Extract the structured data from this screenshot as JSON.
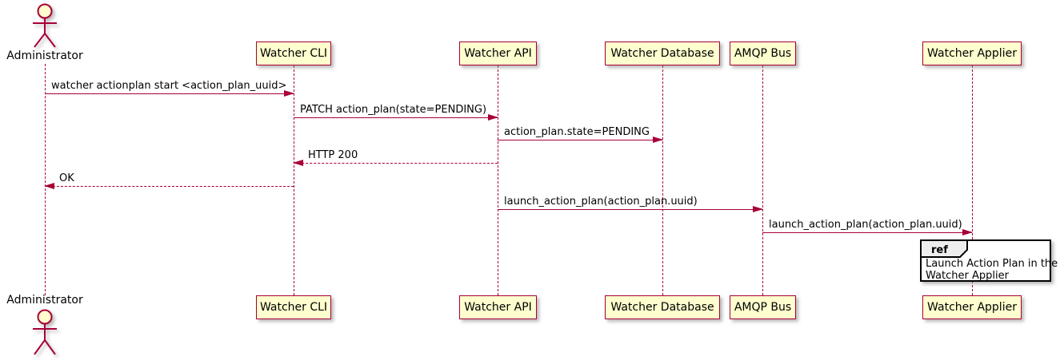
{
  "diagram": {
    "type": "sequence",
    "actor": {
      "label": "Administrator"
    },
    "participants": [
      {
        "label": "Watcher CLI"
      },
      {
        "label": "Watcher API"
      },
      {
        "label": "Watcher Database"
      },
      {
        "label": "AMQP Bus"
      },
      {
        "label": "Watcher Applier"
      }
    ],
    "messages": [
      {
        "label": "watcher actionplan start <action_plan_uuid>",
        "from": "Administrator",
        "to": "Watcher CLI",
        "line": "solid"
      },
      {
        "label": "PATCH action_plan(state=PENDING)",
        "from": "Watcher CLI",
        "to": "Watcher API",
        "line": "solid"
      },
      {
        "label": "action_plan.state=PENDING",
        "from": "Watcher API",
        "to": "Watcher Database",
        "line": "solid"
      },
      {
        "label": "HTTP 200",
        "from": "Watcher API",
        "to": "Watcher CLI",
        "line": "dashed"
      },
      {
        "label": "OK",
        "from": "Watcher CLI",
        "to": "Administrator",
        "line": "dashed"
      },
      {
        "label": "launch_action_plan(action_plan.uuid)",
        "from": "Watcher API",
        "to": "AMQP Bus",
        "line": "solid"
      },
      {
        "label": "launch_action_plan(action_plan.uuid)",
        "from": "AMQP Bus",
        "to": "Watcher Applier",
        "line": "solid"
      }
    ],
    "ref": {
      "keyword": "ref",
      "lines": [
        "Launch Action Plan in the",
        "Watcher Applier"
      ]
    },
    "colors": {
      "accent": "#A80036",
      "participant_fill": "#FEFECE",
      "ref_tab_fill": "#EEEEEE",
      "ref_border": "#000000",
      "text": "#000000",
      "background": "#FFFFFF"
    }
  }
}
